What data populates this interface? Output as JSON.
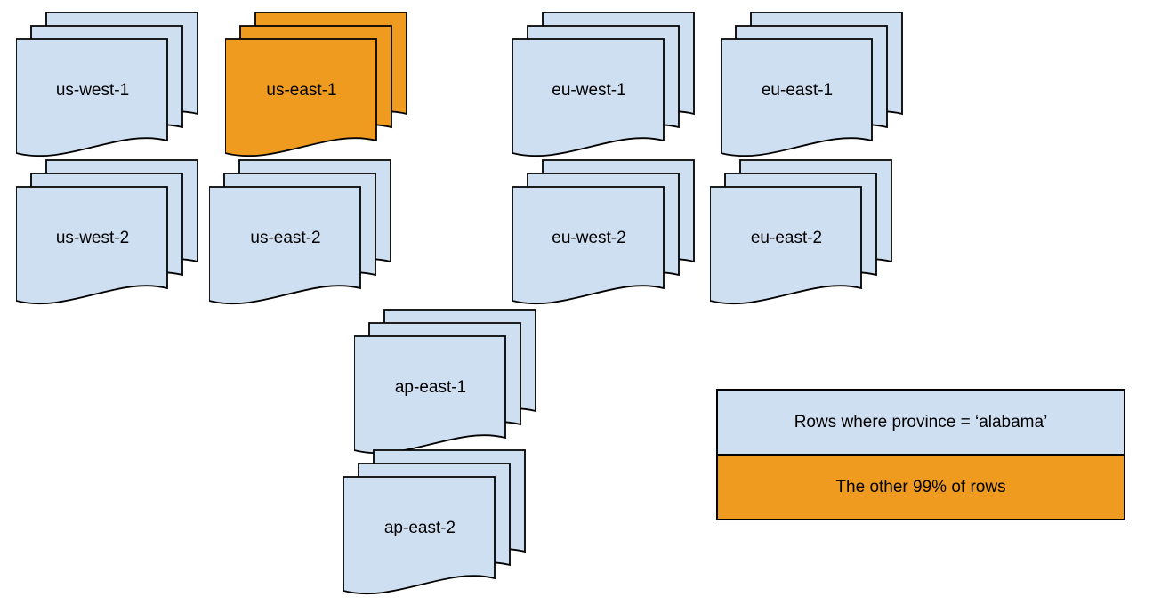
{
  "stacks": [
    {
      "id": "us-west-1",
      "label": "us-west-1",
      "fill": "#cfdff2"
    },
    {
      "id": "us-east-1",
      "label": "us-east-1",
      "fill": "#ef9b20"
    },
    {
      "id": "eu-west-1",
      "label": "eu-west-1",
      "fill": "#cfdff2"
    },
    {
      "id": "eu-east-1",
      "label": "eu-east-1",
      "fill": "#cfdff2"
    },
    {
      "id": "us-west-2",
      "label": "us-west-2",
      "fill": "#cfdff2"
    },
    {
      "id": "us-east-2",
      "label": "us-east-2",
      "fill": "#cfdff2"
    },
    {
      "id": "eu-west-2",
      "label": "eu-west-2",
      "fill": "#cfdff2"
    },
    {
      "id": "eu-east-2",
      "label": "eu-east-2",
      "fill": "#cfdff2"
    },
    {
      "id": "ap-east-1",
      "label": "ap-east-1",
      "fill": "#cfdff2"
    },
    {
      "id": "ap-east-2",
      "label": "ap-east-2",
      "fill": "#cfdff2"
    }
  ],
  "legend": {
    "items": [
      {
        "label": "Rows where province = ‘alabama’",
        "fill": "#cfdff2"
      },
      {
        "label": "The other 99% of rows",
        "fill": "#ef9b20"
      }
    ]
  },
  "colors": {
    "region_default": "#cfdff2",
    "highlight": "#ef9b20",
    "stroke": "#000000"
  }
}
